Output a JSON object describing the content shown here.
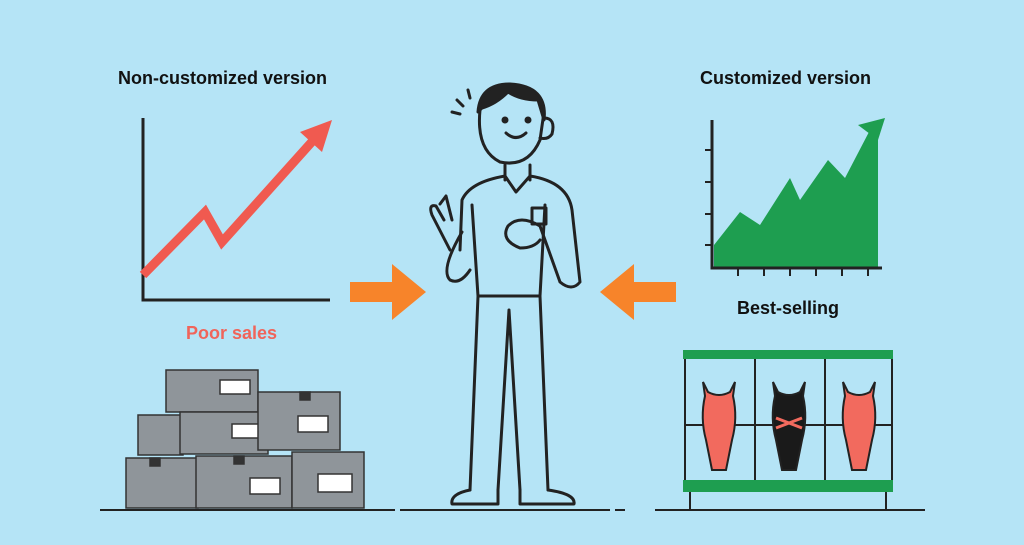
{
  "labels": {
    "non_customized": "Non-customized version",
    "customized": "Customized version",
    "poor_sales": "Poor sales",
    "best_selling": "Best-selling"
  },
  "colors": {
    "background": "#b5e4f6",
    "red_line": "#f05a50",
    "green_area": "#1e9e50",
    "orange_arrow": "#f7842a",
    "box_gray": "#8f959a",
    "swimsuit_red": "#f26a5e"
  }
}
